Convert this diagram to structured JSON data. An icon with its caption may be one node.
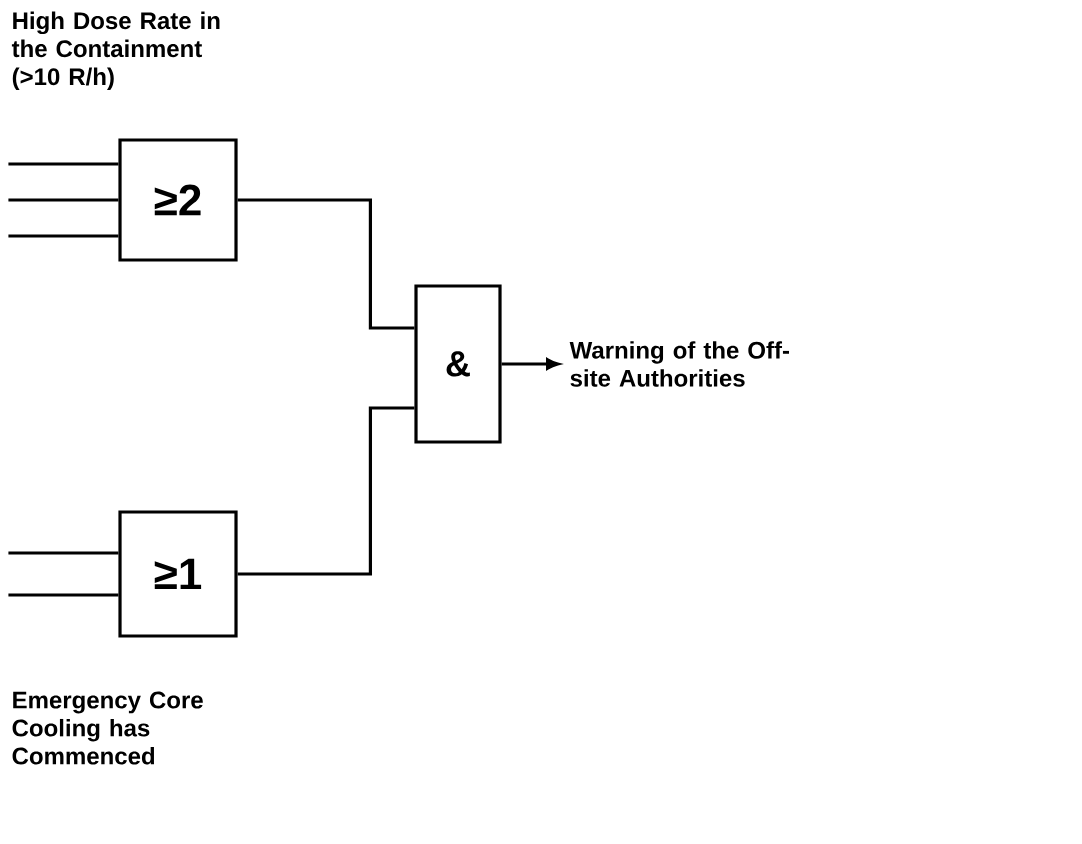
{
  "diagram": {
    "nodes": [
      {
        "text": [
          "≥2"
        ],
        "beside": [
          "High Dose Rate in the Containment (>10 R/h)"
        ]
      },
      {
        "text": [
          "≥1"
        ],
        "beside": [
          "Emergency Core Cooling has Commenced"
        ]
      },
      {
        "text": [
          "&"
        ]
      },
      {
        "text": [
          "Warning of the Off-site Authorities"
        ]
      }
    ],
    "edges": [
      {
        "from": null,
        "to": 0,
        "arrow": "none"
      },
      {
        "from": null,
        "to": 0,
        "arrow": "none"
      },
      {
        "from": null,
        "to": 0,
        "arrow": "none"
      },
      {
        "from": null,
        "to": 1,
        "arrow": "none"
      },
      {
        "from": null,
        "to": 1,
        "arrow": "none"
      },
      {
        "from": 0,
        "to": 2,
        "arrow": "none"
      },
      {
        "from": 1,
        "to": 2,
        "arrow": "none"
      },
      {
        "from": 2,
        "to": 3,
        "arrow": "to"
      }
    ]
  }
}
